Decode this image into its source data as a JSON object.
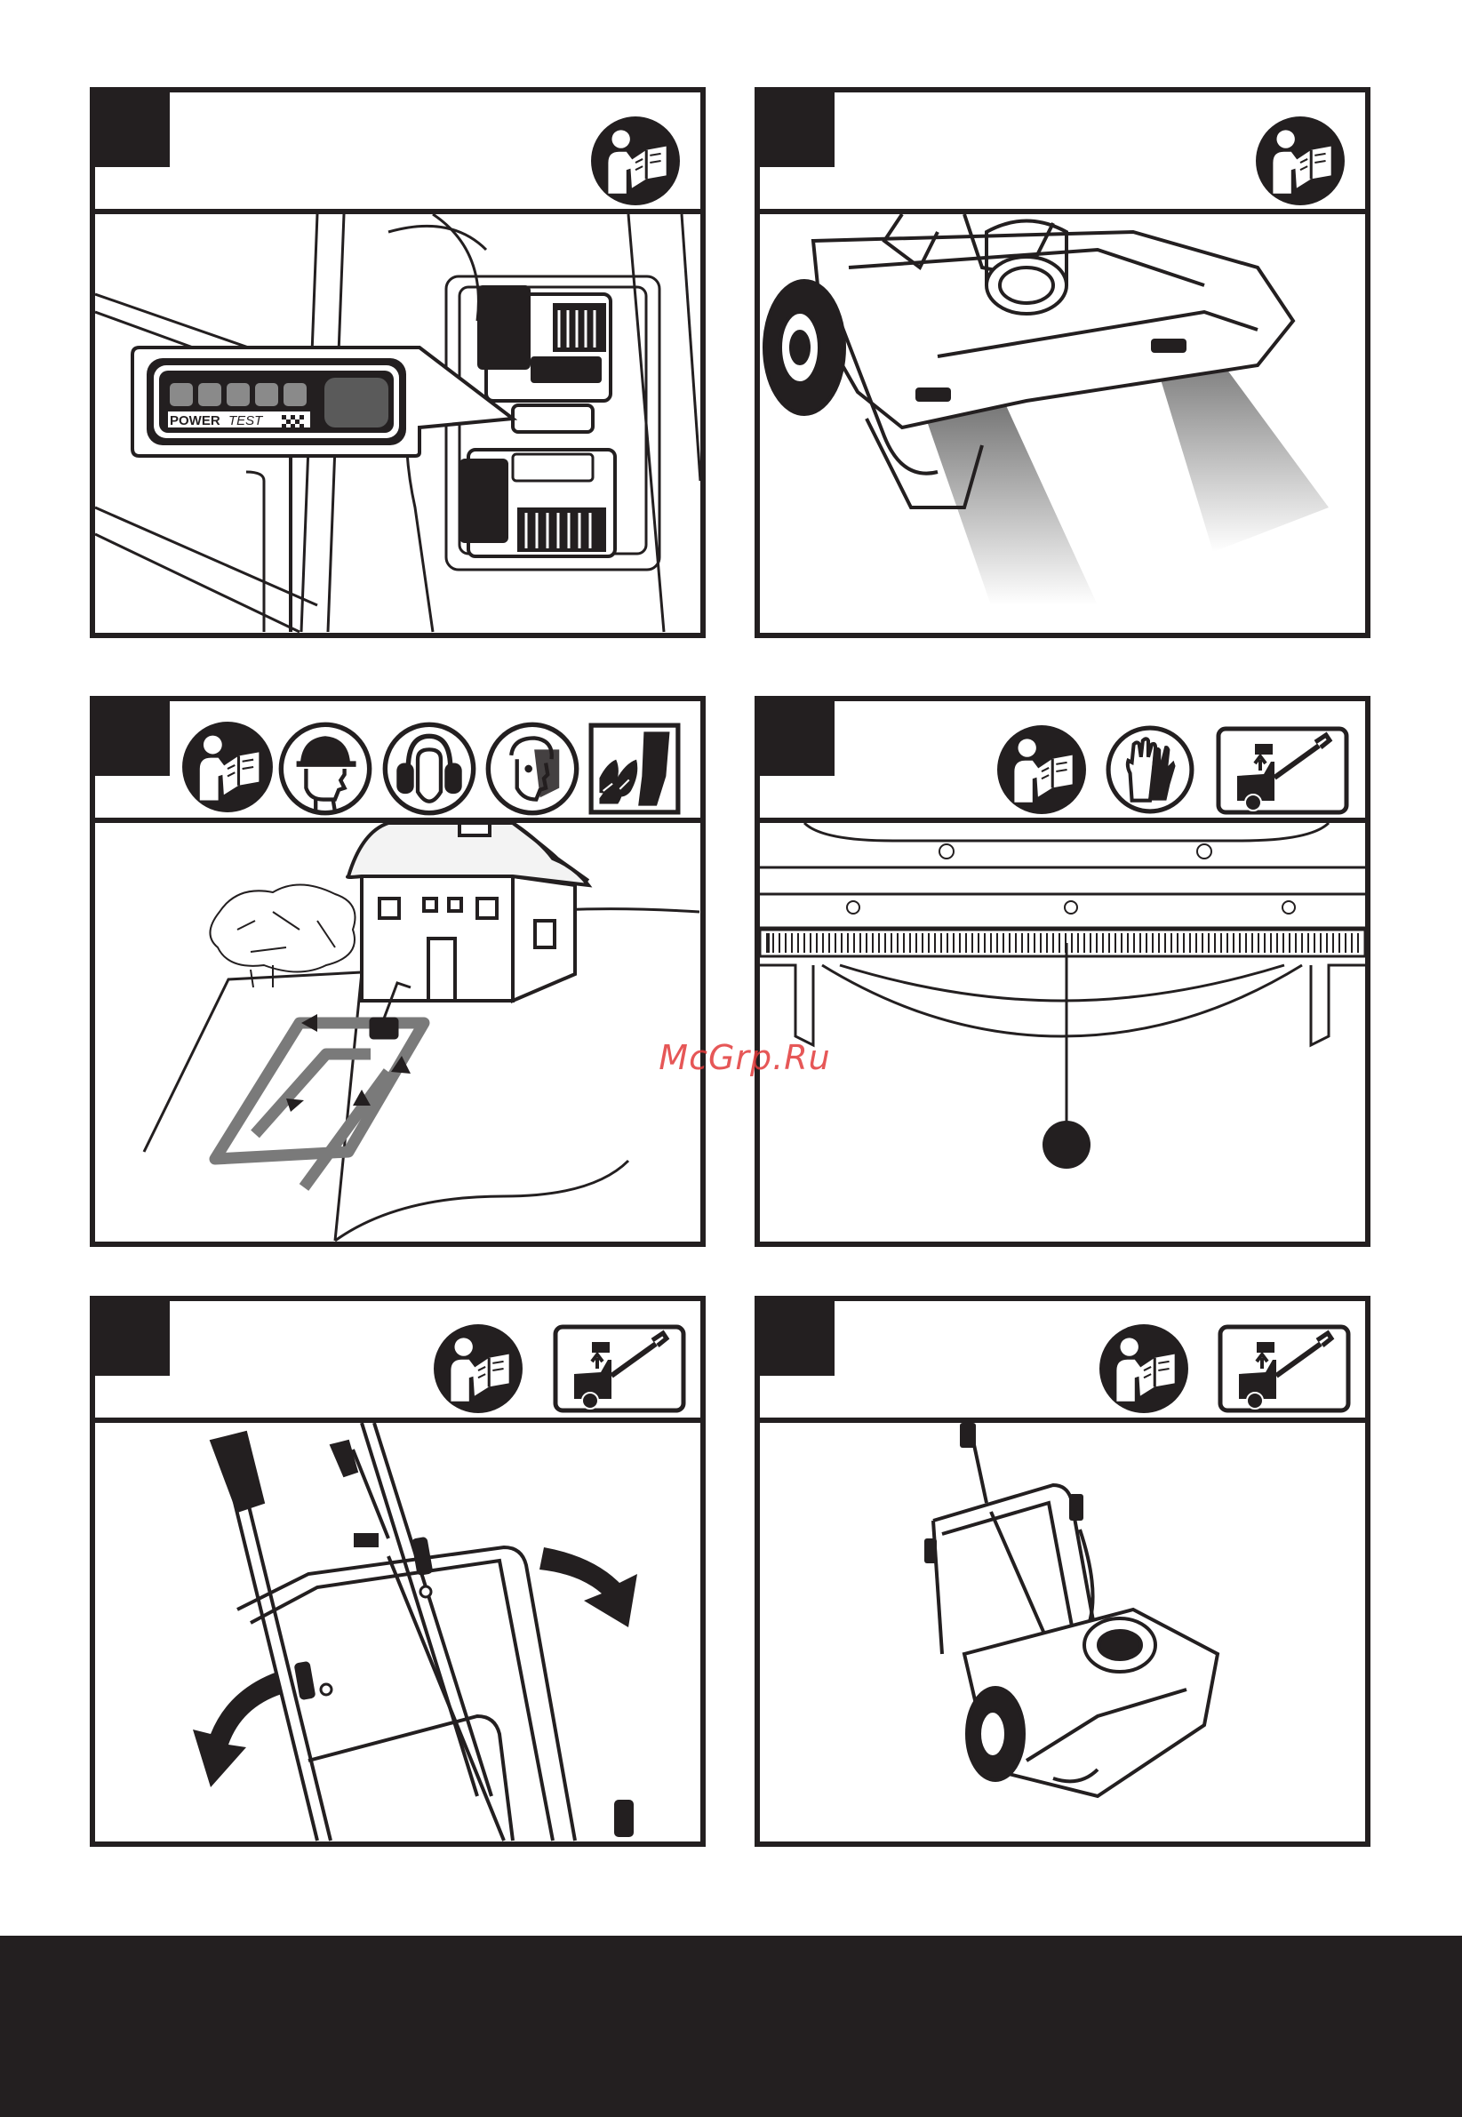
{
  "watermark": "McGrp.Ru",
  "panels": [
    {
      "id": "battery-check",
      "icons": [
        "read-manual-icon"
      ],
      "indicator": {
        "label_bold": "POWER",
        "label_light": "TEST",
        "bars": 5
      }
    },
    {
      "id": "headlights",
      "icons": [
        "read-manual-icon"
      ]
    },
    {
      "id": "clearing-pattern",
      "icons": [
        "read-manual-icon",
        "safety-helmet-icon",
        "ear-protection-icon",
        "face-shield-icon",
        "protective-footwear-icon"
      ]
    },
    {
      "id": "scraper-bar",
      "icons": [
        "read-manual-icon",
        "gloves-icon",
        "remove-battery-icon"
      ],
      "callout_marker": ""
    },
    {
      "id": "fold-handle",
      "icons": [
        "read-manual-icon",
        "remove-battery-icon"
      ]
    },
    {
      "id": "folded-storage",
      "icons": [
        "read-manual-icon",
        "remove-battery-icon"
      ]
    }
  ],
  "colors": {
    "frame": "#231f20",
    "footer": "#231f20",
    "watermark": "#e23a3a"
  }
}
